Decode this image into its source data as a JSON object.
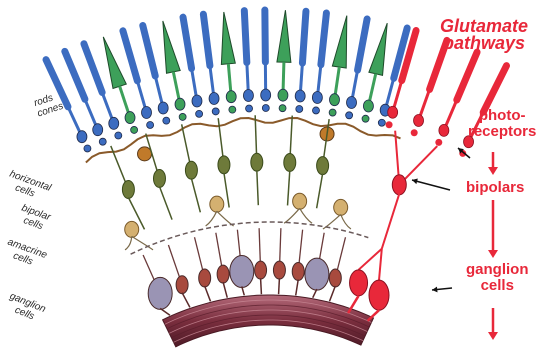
{
  "title": "Glutamate pathways",
  "title_lines": [
    "Glutamate",
    "pathways"
  ],
  "left_labels": {
    "rods_cones": [
      "rods",
      "cones"
    ],
    "horizontal": [
      "horizontal",
      "cells"
    ],
    "bipolar": [
      "bipolar",
      "cells"
    ],
    "amacrine": [
      "amacrine",
      "cells"
    ],
    "ganglion": [
      "ganglion",
      "cells"
    ]
  },
  "right_labels": {
    "photoreceptors": [
      "photo-",
      "receptors"
    ],
    "bipolars": "bipolars",
    "ganglion": [
      "ganglion",
      "cells"
    ]
  },
  "colors": {
    "rod": "#3c6cc0",
    "cone": "#3da05a",
    "glutamate": "#e8283a",
    "horizontal": "#c07a2a",
    "bipolar": "#6e7a3a",
    "amacrine": "#d4b070",
    "ganglion_big": "#9a94b4",
    "ganglion_small": "#a84a3e",
    "nerve": "#8a3a4a"
  }
}
